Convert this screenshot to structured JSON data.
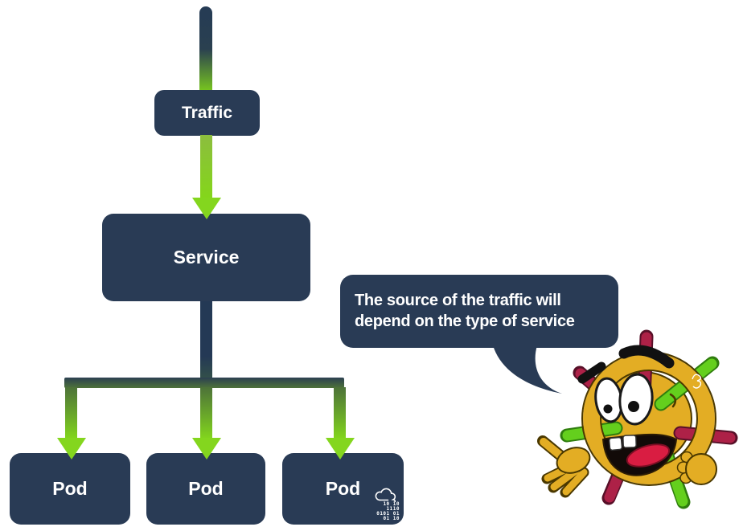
{
  "diagram": {
    "title": "Kubernetes service traffic flow",
    "nodes": {
      "traffic": {
        "label": "Traffic"
      },
      "service": {
        "label": "Service"
      },
      "pods": [
        {
          "label": "Pod"
        },
        {
          "label": "Pod"
        },
        {
          "label": "Pod"
        }
      ]
    },
    "speech_bubble": {
      "line1": "The source of the traffic will",
      "line2": "depend on the type of service"
    },
    "cloud_icon": {
      "name": "cloud-binary-icon",
      "binary_lines": [
        "10 10",
        "1110",
        "0101 01",
        "01 10"
      ]
    },
    "character": "kubernetes-helm-mascot"
  },
  "colors": {
    "navy": "#293b55",
    "line_navy": "#243955",
    "green_bright": "#84d61e",
    "green_olive": "#4d7239",
    "mascot_yellow": "#e3ad24",
    "spoke_crimson": "#ad2147",
    "spoke_green": "#64cf1d",
    "tongue_red": "#d91d42",
    "text_white": "#ffffff"
  }
}
